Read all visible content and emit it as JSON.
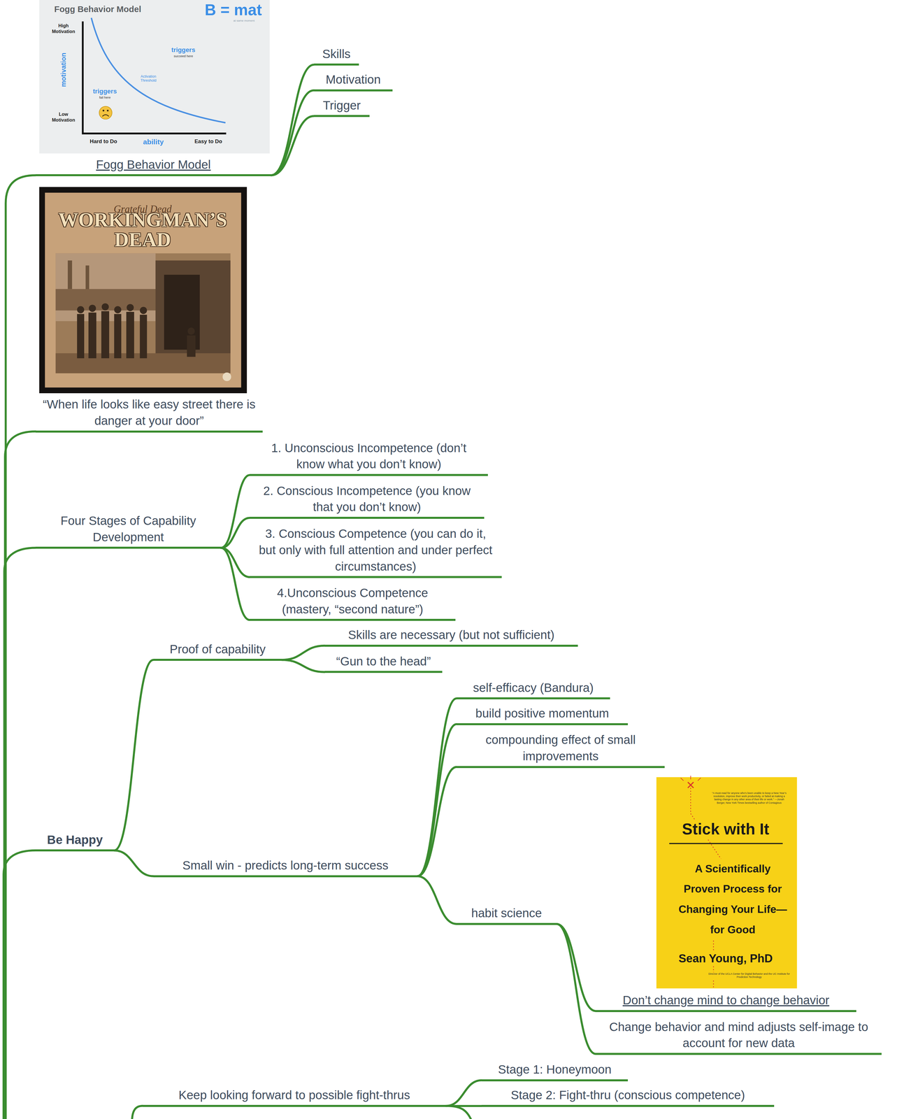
{
  "diagram": {
    "nodes": [
      {
        "text": [
          "Fogg Behavior Model"
        ]
      },
      {
        "text": [
          "Skills"
        ]
      },
      {
        "text": [
          "Motivation"
        ]
      },
      {
        "text": [
          "Trigger"
        ]
      },
      {
        "text": [
          "“When life looks like easy street there is danger at your door”"
        ]
      },
      {
        "text": [
          "Four Stages of Capability Development"
        ]
      },
      {
        "text": [
          "1. Unconscious Incompetence (don’t know what you don’t know)"
        ]
      },
      {
        "text": [
          "2. Conscious Incompetence (you know that you don’t know)"
        ]
      },
      {
        "text": [
          "3. Conscious Competence (you can do it, but only with full attention and under perfect circumstances)"
        ]
      },
      {
        "text": [
          "4.Unconscious Competence (mastery, “second nature”)"
        ]
      },
      {
        "text": [
          "Be Happy"
        ]
      },
      {
        "text": [
          "Proof of capability"
        ]
      },
      {
        "text": [
          "Skills are necessary (but not sufficient)"
        ]
      },
      {
        "text": [
          "“Gun to the head”"
        ]
      },
      {
        "text": [
          "Small win - predicts long-term success"
        ]
      },
      {
        "text": [
          "self-efficacy (Bandura)"
        ]
      },
      {
        "text": [
          "build positive momentum"
        ]
      },
      {
        "text": [
          "compounding effect of small improvements"
        ]
      },
      {
        "text": [
          "habit science"
        ]
      },
      {
        "text": [
          "Don’t change mind to change behavior"
        ]
      },
      {
        "text": [
          "Change behavior and mind adjusts self-image to account for new data"
        ]
      },
      {
        "text": [
          "Keep looking forward to possible fight-thrus"
        ]
      },
      {
        "text": [
          "Stage 1: Honeymoon"
        ]
      },
      {
        "text": [
          "Stage 2: Fight-thru (conscious competence)"
        ]
      }
    ],
    "edges": [
      {
        "from": 0,
        "to": 1,
        "arrow": "none"
      },
      {
        "from": 0,
        "to": 2,
        "arrow": "none"
      },
      {
        "from": 0,
        "to": 3,
        "arrow": "none"
      },
      {
        "from": 5,
        "to": 6,
        "arrow": "none"
      },
      {
        "from": 5,
        "to": 7,
        "arrow": "none"
      },
      {
        "from": 5,
        "to": 8,
        "arrow": "none"
      },
      {
        "from": 5,
        "to": 9,
        "arrow": "none"
      },
      {
        "from": 10,
        "to": 11,
        "arrow": "none"
      },
      {
        "from": 11,
        "to": 12,
        "arrow": "none"
      },
      {
        "from": 11,
        "to": 13,
        "arrow": "none"
      },
      {
        "from": 10,
        "to": 14,
        "arrow": "none"
      },
      {
        "from": 14,
        "to": 15,
        "arrow": "none"
      },
      {
        "from": 14,
        "to": 16,
        "arrow": "none"
      },
      {
        "from": 14,
        "to": 17,
        "arrow": "none"
      },
      {
        "from": 14,
        "to": 18,
        "arrow": "none"
      },
      {
        "from": 18,
        "to": 19,
        "arrow": "none"
      },
      {
        "from": 18,
        "to": 20,
        "arrow": "none"
      },
      {
        "from": 21,
        "to": 22,
        "arrow": "none"
      },
      {
        "from": 21,
        "to": 23,
        "arrow": "none"
      }
    ],
    "labels": [
      "Fogg Behavior Model",
      "B = mat",
      "at same moment",
      "High Motivation",
      "motivation",
      "Low Motivation",
      "triggers",
      "fail here",
      "Activation Threshold",
      "triggers",
      "succeed here",
      "Hard to Do",
      "ability",
      "Easy to Do",
      "Grateful Dead",
      "WORKINGMAN’S DEAD",
      "“A must-read for anyone who’s been unable to keep a New Year’s resolution, improve their work productivity, or failed at making a lasting change in any other area of their life or work.” —Jonah Berger, New York Times bestselling author of Contagious",
      "Stick with It",
      "A Scientifically Proven Process for Changing Your Life—for Good",
      "Sean Young, PhD",
      "Director of the UCLA Center for Digital Behavior and the UC Institute for Prediction Technology"
    ]
  }
}
